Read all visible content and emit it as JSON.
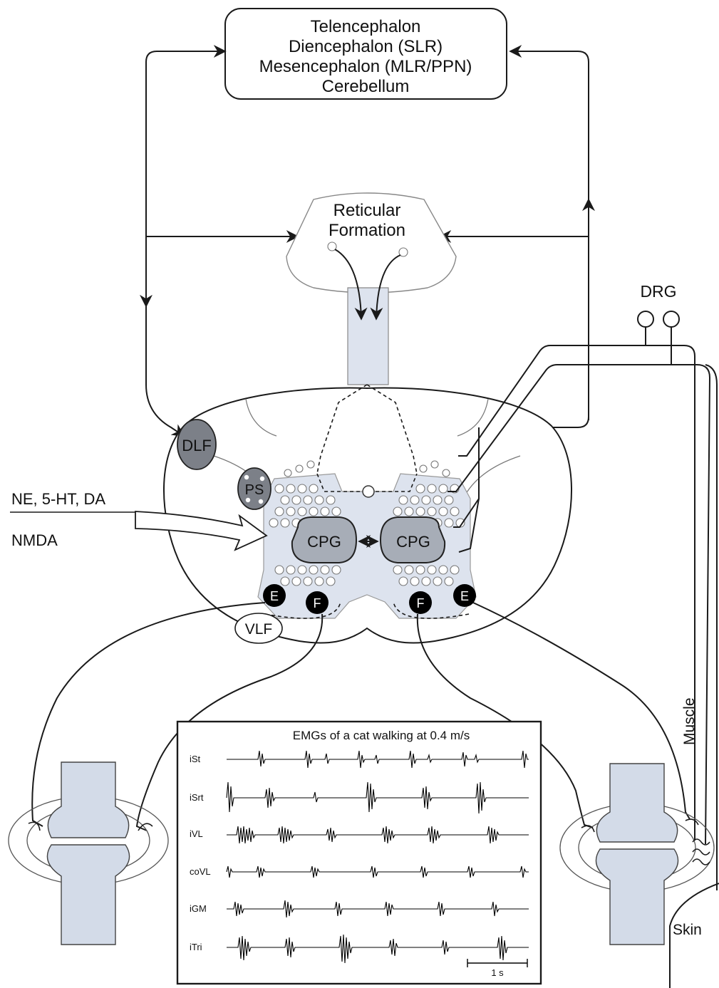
{
  "brain_box": {
    "lines": [
      "Telencephalon",
      "Diencephalon (SLR)",
      "Mesencephalon (MLR/PPN)",
      "Cerebellum"
    ]
  },
  "reticular": {
    "line1": "Reticular",
    "line2": "Formation"
  },
  "drg_label": "DRG",
  "spinal": {
    "dlf": "DLF",
    "ps": "PS",
    "cpg_left": "CPG",
    "cpg_right": "CPG",
    "e_left": "E",
    "f_left": "F",
    "f_right": "F",
    "e_right": "E",
    "vlf": "VLF"
  },
  "inputs": {
    "neuromod": "NE, 5-HT, DA",
    "nmda": "NMDA"
  },
  "side_labels": {
    "muscle": "Muscle",
    "skin": "Skin"
  },
  "emg": {
    "title": "EMGs of a cat walking at 0.4 m/s",
    "channels": [
      "iSt",
      "iSrt",
      "iVL",
      "coVL",
      "iGM",
      "iTri"
    ],
    "scale_label": "1 s"
  },
  "colors": {
    "shade": "#dde3ee",
    "dark_tract": "#7c8088",
    "cpg_fill": "#a7adb7",
    "neuron_black": "#000000",
    "bone": "#d3dbe8"
  }
}
